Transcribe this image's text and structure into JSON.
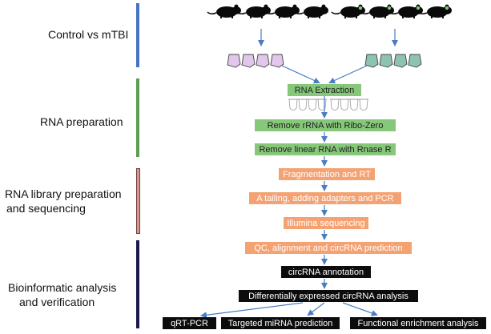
{
  "sections": [
    {
      "id": "control",
      "label": "Control vs mTBI",
      "color": "#4472c4"
    },
    {
      "id": "rna-prep",
      "label": "RNA preparation",
      "color": "#5a9e4f"
    },
    {
      "id": "library",
      "label_line1": "RNA library preparation",
      "label_line2": "and sequencing",
      "color": "#d9968c"
    },
    {
      "id": "bioinfo",
      "label_line1": "Bioinformatic analysis",
      "label_line2": "and verification",
      "color": "#1a1a4a"
    }
  ],
  "steps": {
    "rna_extraction": "RNA Extraction",
    "remove_rrna": "Remove rRNA with Ribo-Zero",
    "remove_linear": "Remove linear RNA with Rnase R",
    "fragmentation": "Fragmentation and RT",
    "a_tailing": "A tailing, adding adapters and PCR",
    "illumina": "Illumina sequencing",
    "qc": "QC, alignment and circRNA prediction",
    "annotation": "circRNA annotation",
    "diff_expr": "Differentially expressed circRNA analysis",
    "qrt_pcr": "qRT-PCR",
    "mirna": "Targeted miRNA prediction",
    "enrichment": "Functional enrichment analysis"
  },
  "colors": {
    "green_box": "#86c77a",
    "orange_box": "#f5a273",
    "black_box": "#0c0c0c",
    "arrow": "#4a7cc4",
    "control_tissue": "#e2c6ec",
    "mtbi_tissue": "#8ec3b0"
  }
}
